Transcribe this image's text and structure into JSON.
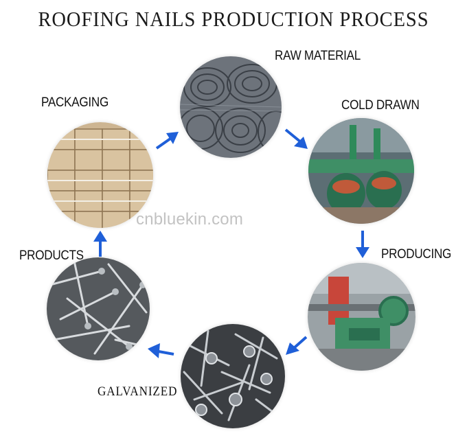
{
  "title": "ROOFING NAILS PRODUCTION PROCESS",
  "stages": {
    "raw_material": "RAW MATERIAL",
    "cold_drawn": "COLD DRAWN",
    "producing": "PRODUCING",
    "galvanized": "GALVANIZED",
    "products": "PRODUCTS",
    "packaging": "PACKAGING"
  },
  "watermark": "cnbluekin.com",
  "colors": {
    "arrow": "#1f5fd8",
    "background": "#ffffff"
  }
}
